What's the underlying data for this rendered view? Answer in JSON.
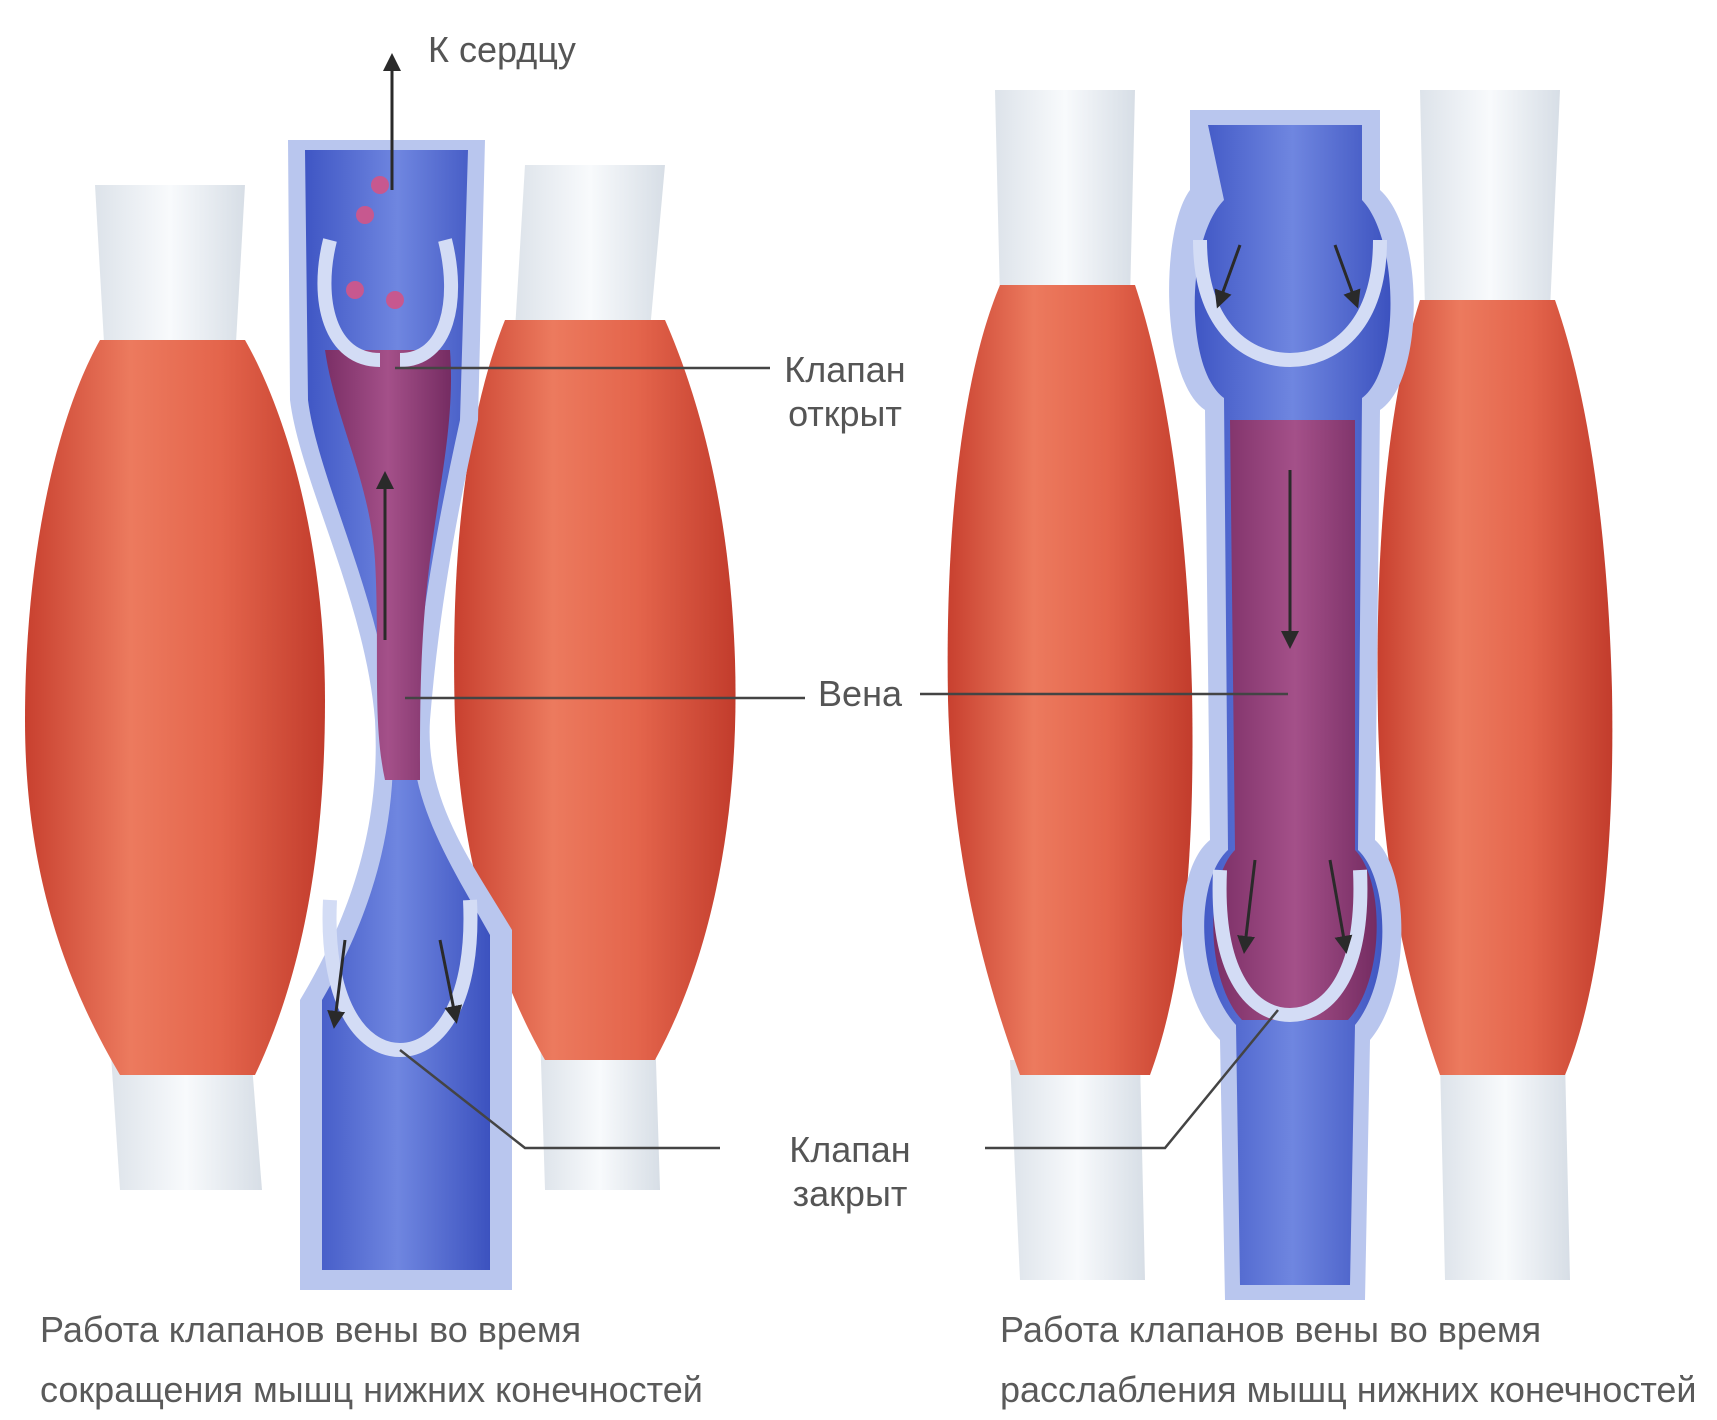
{
  "labels": {
    "to_heart": "К сердцу",
    "valve_open": [
      "Клапан",
      "открыт"
    ],
    "vein": "Вена",
    "valve_closed": [
      "Клапан",
      "закрыт"
    ]
  },
  "captions": {
    "left": [
      "Работа клапанов вены во время",
      "сокращения мышц нижних конечностей"
    ],
    "right": [
      "Работа клапанов вены во время",
      "расслабления мышц нижних конечностей"
    ]
  },
  "colors": {
    "muscle": "#d9553f",
    "muscle_light": "#ee8f74",
    "tendon": "#eef2f6",
    "vein_wall": "#b9c6ee",
    "vein_blue": "#4d63cf",
    "blood": "#8a3a72",
    "leader_line": "#444444"
  }
}
